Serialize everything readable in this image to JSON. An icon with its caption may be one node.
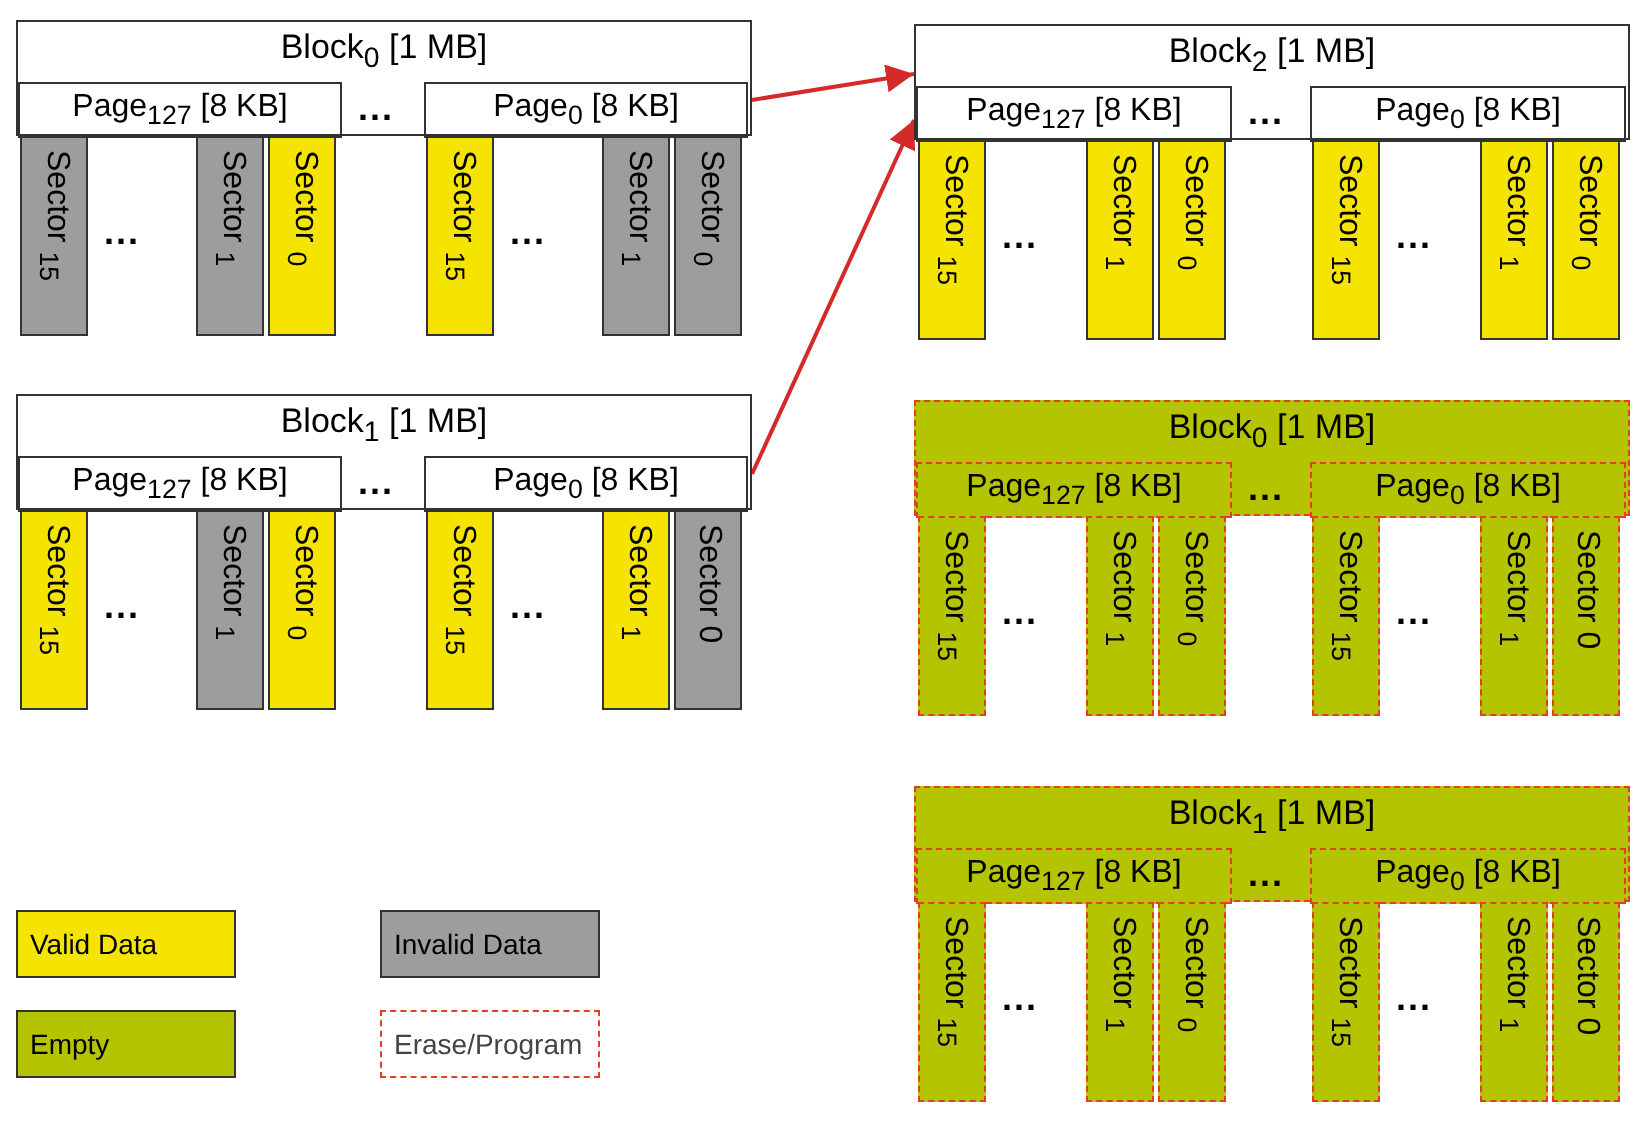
{
  "diagram": {
    "nodes": [
      {
        "text": [
          "Block$_{0}$ [1 MB]"
        ]
      },
      {
        "text": [
          "Page$_{127}$ [8 KB]"
        ],
        "in": 0
      },
      {
        "text": [
          "Page$_{0}$ [8 KB]"
        ],
        "in": 0
      },
      {
        "text": [
          "Sector $_{15}$"
        ]
      },
      {
        "text": [
          "Sector $_{1}$"
        ]
      },
      {
        "text": [
          "Sector $_{0}$"
        ]
      },
      {
        "text": [
          "Sector $_{15}$"
        ]
      },
      {
        "text": [
          "Sector $_{1}$"
        ]
      },
      {
        "text": [
          "Sector $_{0}$"
        ]
      },
      {
        "text": [
          "Block$_{1}$ [1 MB]"
        ]
      },
      {
        "text": [
          "Page$_{127}$ [8 KB]"
        ],
        "in": 9
      },
      {
        "text": [
          "Page$_{0}$ [8 KB]"
        ],
        "in": 9
      },
      {
        "text": [
          "Sector $_{15}$"
        ]
      },
      {
        "text": [
          "Sector $_{1}$"
        ]
      },
      {
        "text": [
          "Sector $_{0}$"
        ]
      },
      {
        "text": [
          "Sector $_{15}$"
        ]
      },
      {
        "text": [
          "Sector $_{1}$"
        ]
      },
      {
        "text": [
          "Sector 0"
        ]
      },
      {
        "text": [
          "Block$_{2}$ [1 MB]"
        ]
      },
      {
        "text": [
          "Page$_{127}$ [8 KB]"
        ],
        "in": 18
      },
      {
        "text": [
          "Page$_{0}$ [8 KB]"
        ],
        "in": 18
      },
      {
        "text": [
          "Sector $_{15}$"
        ]
      },
      {
        "text": [
          "Sector $_{1}$"
        ]
      },
      {
        "text": [
          "Sector $_{0}$"
        ]
      },
      {
        "text": [
          "Sector $_{15}$"
        ]
      },
      {
        "text": [
          "Sector $_{1}$"
        ]
      },
      {
        "text": [
          "Sector $_{0}$"
        ]
      },
      {
        "text": [
          "Block$_{0}$ [1 MB]"
        ]
      },
      {
        "text": [
          "Page$_{127}$ [8 KB]"
        ],
        "in": 27
      },
      {
        "text": [
          "Page$_{0}$ [8 KB]"
        ],
        "in": 27
      },
      {
        "text": [
          "Sector $_{15}$"
        ]
      },
      {
        "text": [
          "Sector $_{1}$"
        ]
      },
      {
        "text": [
          "Sector $_{0}$"
        ]
      },
      {
        "text": [
          "Sector $_{15}$"
        ]
      },
      {
        "text": [
          "Sector $_{1}$"
        ]
      },
      {
        "text": [
          "Sector 0"
        ]
      },
      {
        "text": [
          "Block$_{1}$ [1 MB]"
        ]
      },
      {
        "text": [
          "Page$_{127}$ [8 KB]"
        ],
        "in": 36
      },
      {
        "text": [
          "Page$_{0}$ [8 KB]"
        ],
        "in": 36
      },
      {
        "text": [
          "Sector $_{15}$"
        ]
      },
      {
        "text": [
          "Sector $_{1}$"
        ]
      },
      {
        "text": [
          "Sector $_{0}$"
        ]
      },
      {
        "text": [
          "Sector $_{15}$"
        ]
      },
      {
        "text": [
          "Sector $_{1}$"
        ]
      },
      {
        "text": [
          "Sector 0"
        ]
      }
    ],
    "edges": [
      {
        "from": 0,
        "to": 18,
        "arrow": "to",
        "color": "#d42a2a"
      },
      {
        "from": 9,
        "to": 18,
        "arrow": "to",
        "color": "#d42a2a"
      }
    ],
    "labels": [
      "...",
      "...",
      "...",
      "...",
      "...",
      "...",
      "...",
      "...",
      "...",
      "...",
      "...",
      "...",
      "...",
      "...",
      "..."
    ],
    "legend": [
      {
        "text": "Valid Data",
        "color": "#f5e400"
      },
      {
        "text": "Invalid Data",
        "color": "#9d9d9d"
      },
      {
        "text": "Empty",
        "color": "#b5c400"
      },
      {
        "text": "Erase/Program"
      }
    ]
  }
}
